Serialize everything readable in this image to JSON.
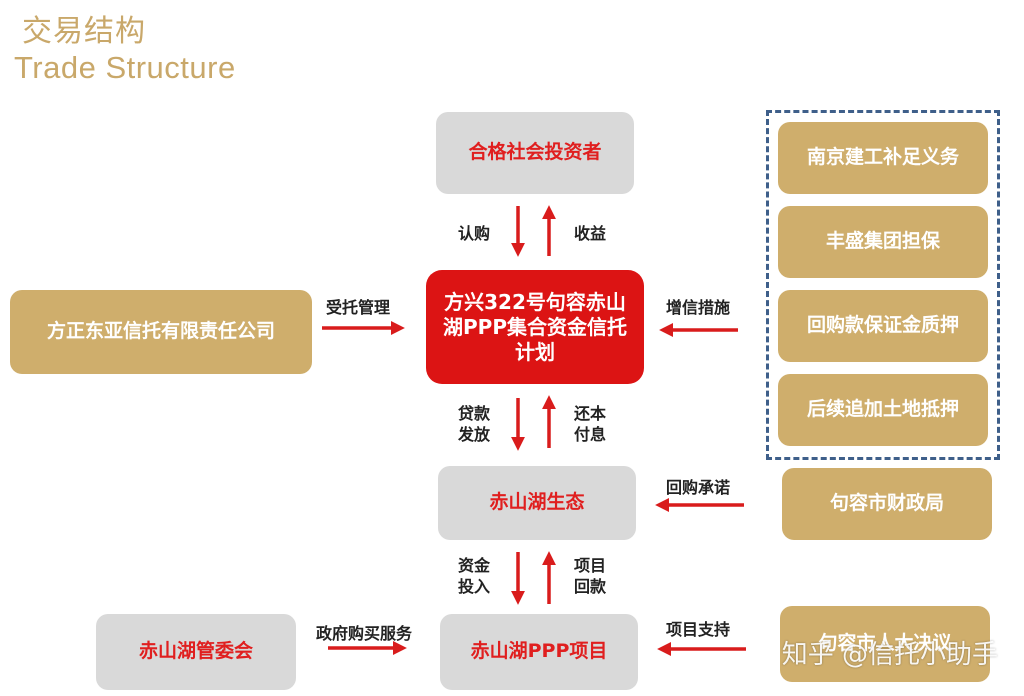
{
  "header": {
    "title_cn": "交易结构",
    "title_en": "Trade Structure"
  },
  "nodes": {
    "investors": "合格社会投资者",
    "trust_plan": "方兴322号句容赤山湖PPP集合资金信托计划",
    "trust_company": "方正东亚信托有限责任公司",
    "chishanhu_eco": "赤山湖生态",
    "ppp_project": "赤山湖PPP项目",
    "committee": "赤山湖管委会",
    "finance_bureau": "句容市财政局",
    "people_congress": "句容市人大决议",
    "credit_measures": [
      "南京建工补足义务",
      "丰盛集团担保",
      "回购款保证金质押",
      "后续追加土地抵押"
    ]
  },
  "labels": {
    "subscribe": "认购",
    "returns": "收益",
    "entrusted_mgmt": "受托管理",
    "credit_enhancement": "增信措施",
    "loan_issue_1": "贷款",
    "loan_issue_2": "发放",
    "repay_1": "还本",
    "repay_2": "付息",
    "buyback_commitment": "回购承诺",
    "fund_1": "资金",
    "fund_2": "投入",
    "project_1": "项目",
    "project_2": "回款",
    "gov_purchase": "政府购买服务",
    "project_support": "项目支持"
  },
  "colors": {
    "title": "#c9a86a",
    "grey_box": "#d9d9d9",
    "gold_box": "#cfae6c",
    "red_box": "#dc1414",
    "red_text": "#e01f1f",
    "arrow": "#d91c1c",
    "dash_frame": "#3e5f8a"
  },
  "watermark": "知乎 @信托小助手"
}
